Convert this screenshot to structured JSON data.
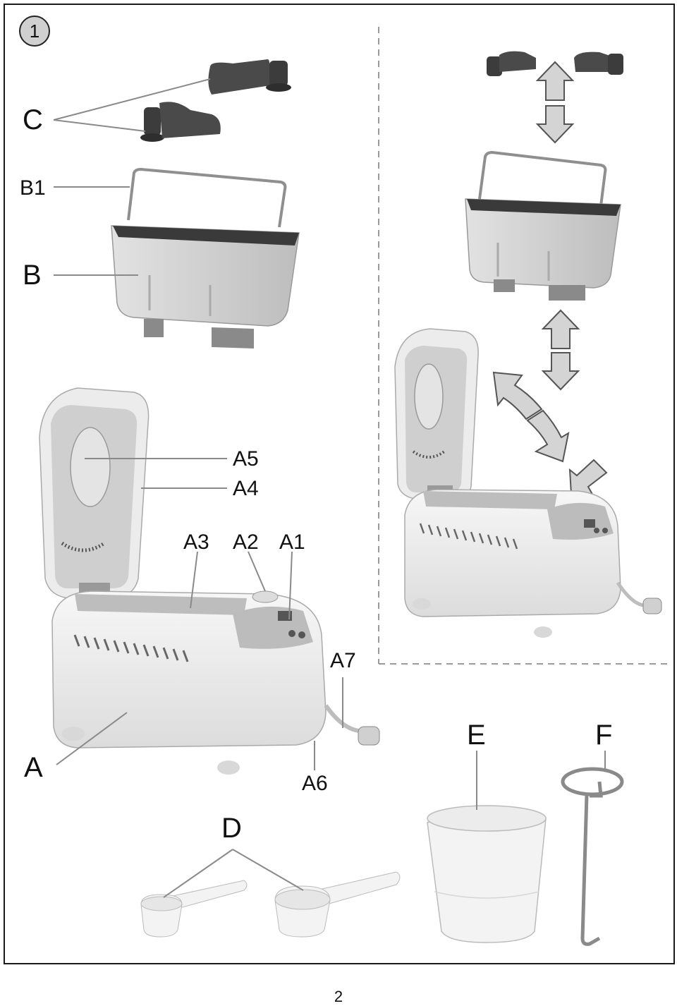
{
  "figure": {
    "number": "1",
    "page_number": "2"
  },
  "labels": {
    "C": "C",
    "B1": "B1",
    "B": "B",
    "A5": "A5",
    "A4": "A4",
    "A3": "A3",
    "A2": "A2",
    "A1": "A1",
    "A7": "A7",
    "A": "A",
    "A6": "A6",
    "D": "D",
    "E": "E",
    "F": "F"
  },
  "colors": {
    "frame": "#1a1a1a",
    "leader": "#8a8a8a",
    "appliance": "#ececec",
    "pan_outer": "#cfcfcf",
    "pan_inner": "#3a3a3a",
    "paddle": "#4a4a4a",
    "arrow_fill": "#d4d4d4",
    "plastic": "#f3f3f3"
  }
}
